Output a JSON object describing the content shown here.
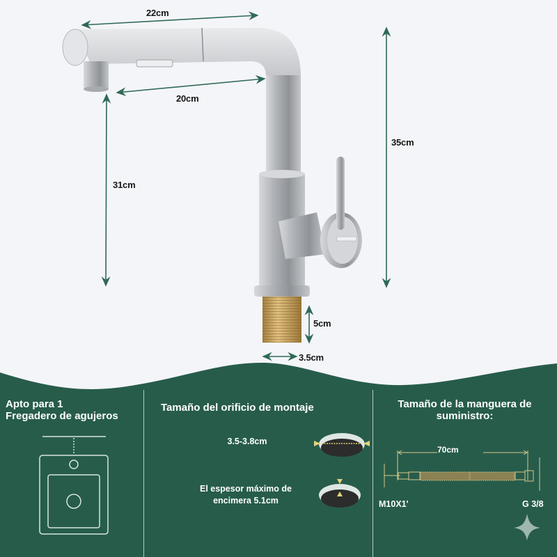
{
  "colors": {
    "background": "#f4f5f9",
    "panel_green": "#275c4b",
    "dimension_line": "#2f6957",
    "brass": "#c9a35c",
    "accent_yellow": "#e6d27a"
  },
  "product_diagram": {
    "dimensions": {
      "spout_total_length": "22cm",
      "spout_reach": "20cm",
      "spout_height": "31cm",
      "total_height": "35cm",
      "thread_length": "5cm",
      "thread_diameter": "3.5cm"
    }
  },
  "info_panels": [
    {
      "title_line1": "Apto para 1",
      "title_line2": "Fregadero de agujeros",
      "icon": "sink-one-hole-icon"
    },
    {
      "title": "Tamaño del orificio de montaje",
      "rows": [
        {
          "text_line1": "3.5-3.8cm",
          "icon": "hole-diameter-icon"
        },
        {
          "text_line1": "El espesor máximo de",
          "text_line2": "encimera 5.1cm",
          "icon": "countertop-thickness-icon"
        }
      ]
    },
    {
      "title_line1": "Tamaño de la manguera de",
      "title_line2": "suministro:",
      "hose_length": "70cm",
      "left_connector": "M10X1'",
      "right_connector": "G 3/8",
      "icon": "supply-hose-icon"
    }
  ],
  "watermark": {
    "icon": "sparkle-star-icon"
  }
}
